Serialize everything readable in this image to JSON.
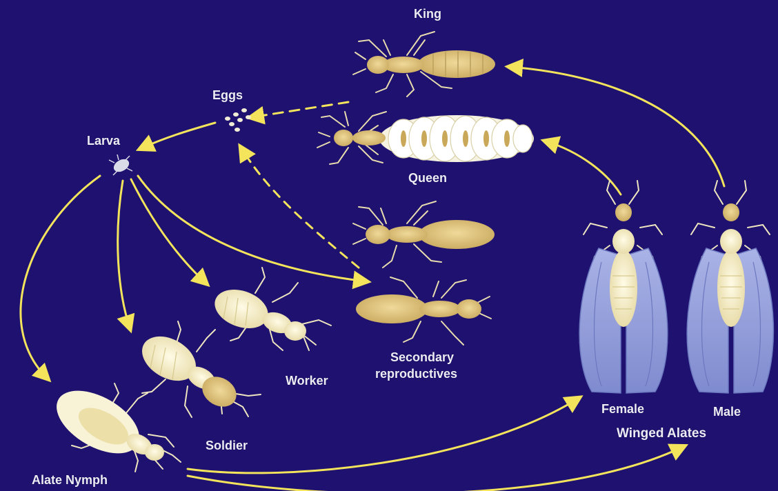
{
  "colors": {
    "background": "#1e1170",
    "arrow": "#f3e45c",
    "body_tan": "#d8bf78",
    "body_pale": "#f3ebc4",
    "wing_blue": "#8e9ad8",
    "label": "#ececf4"
  },
  "labels": {
    "king": "King",
    "eggs": "Eggs",
    "larva": "Larva",
    "queen": "Queen",
    "secondary_line1": "Secondary",
    "secondary_line2": "reproductives",
    "worker": "Worker",
    "soldier": "Soldier",
    "alate_nymph": "Alate Nymph",
    "female": "Female",
    "male": "Male",
    "winged_alates": "Winged Alates"
  },
  "icons": {
    "king": "termite-king-icon",
    "queen": "termite-queen-icon",
    "eggs": "egg-cluster-icon",
    "larva": "larva-icon",
    "secondary_a": "secondary-reproductive-icon",
    "secondary_b": "secondary-reproductive-icon",
    "worker": "worker-termite-icon",
    "soldier": "soldier-termite-icon",
    "alate_nymph": "alate-nymph-icon",
    "female": "winged-female-alate-icon",
    "male": "winged-male-alate-icon"
  }
}
